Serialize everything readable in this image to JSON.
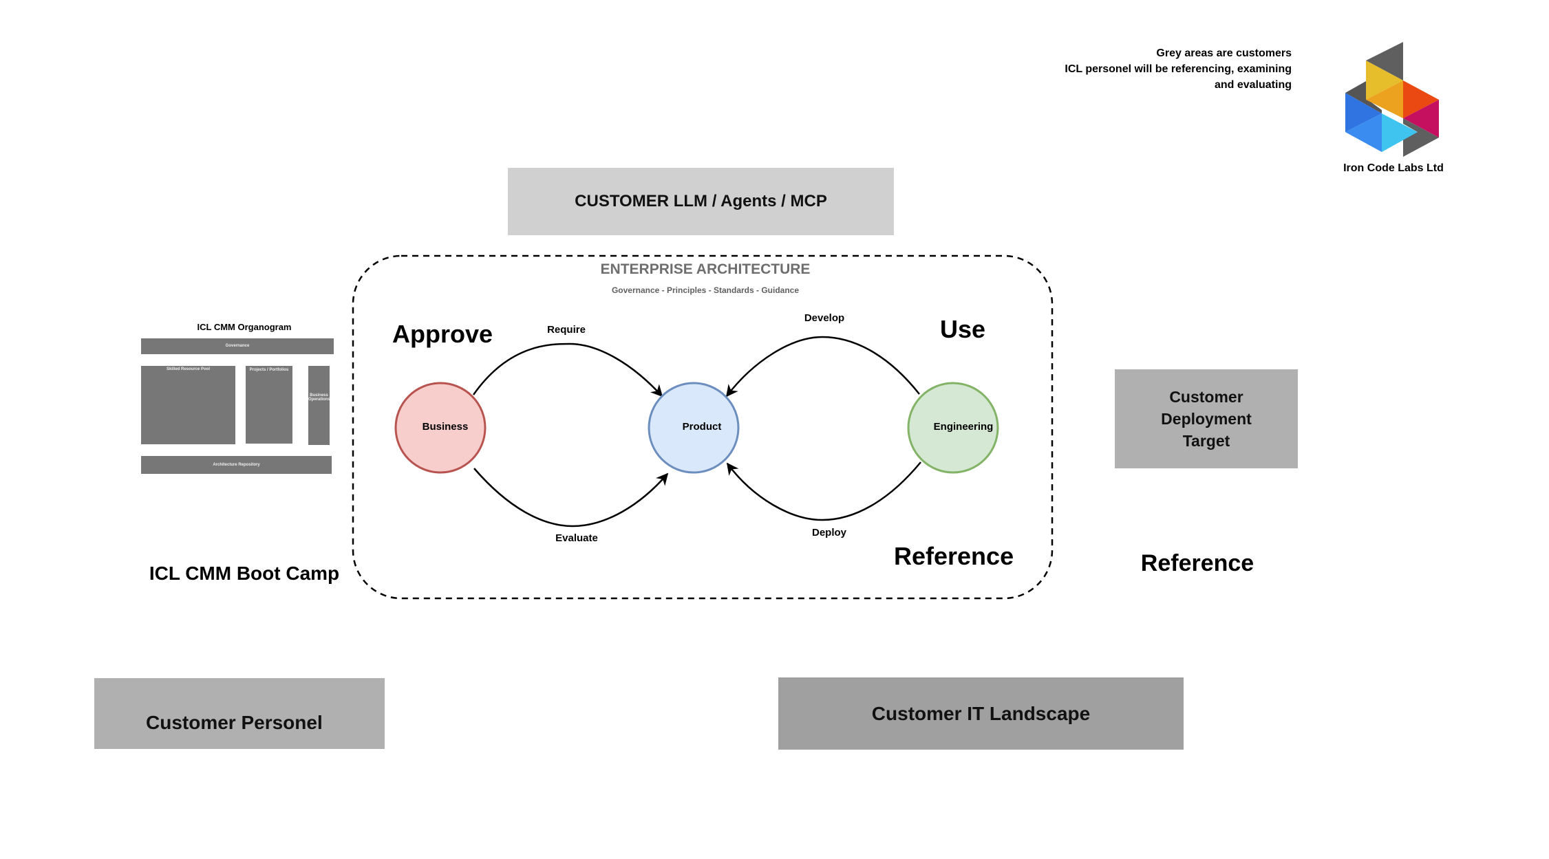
{
  "note": {
    "lines": [
      "Grey areas are customers",
      "ICL personel will be referencing, examining",
      "and evaluating"
    ]
  },
  "logo": {
    "icon": "iron-code-labs-logo",
    "caption": "Iron Code Labs Ltd",
    "colors": {
      "grey": "#5f5f5f",
      "yellow": "#e6bd2a",
      "orange": "#ee9a1e",
      "red_orange": "#ea4a12",
      "magenta": "#c4105e",
      "blue": "#2f7ee6",
      "light_blue": "#3fc3ef"
    }
  },
  "boxes": {
    "llm": "CUSTOMER LLM / Agents / MCP",
    "deployment": [
      "Customer",
      "Deployment",
      "Target"
    ],
    "personel": "Customer Personel",
    "landscape": "Customer IT Landscape"
  },
  "labels": {
    "reference_outside": "Reference",
    "bootcamp": "ICL CMM Boot Camp"
  },
  "organogram": {
    "title": "ICL CMM Organogram",
    "blocks": {
      "governance": "Governance",
      "skilled_pool": "Skilled Resource Pool",
      "projects": "Projects / Portfolios",
      "business_ops": "Business Operations",
      "repository": "Architecture Repository"
    }
  },
  "enterprise_architecture": {
    "title": "ENTERPRISE ARCHITECTURE",
    "subtitle": "Governance - Principles - Standards - Guidance",
    "corner_labels": {
      "approve": "Approve",
      "use": "Use",
      "reference": "Reference"
    },
    "nodes": [
      {
        "id": "business",
        "label": "Business",
        "fill": "#f8cecc",
        "stroke": "#b85450"
      },
      {
        "id": "product",
        "label": "Product",
        "fill": "#dae8fc",
        "stroke": "#6c8ebf"
      },
      {
        "id": "engineering",
        "label": "Engineering",
        "fill": "#d5e8d4",
        "stroke": "#82b366"
      }
    ],
    "edges": [
      {
        "from": "business",
        "to": "product",
        "label": "Require"
      },
      {
        "from": "business",
        "to": "product",
        "label": "Evaluate"
      },
      {
        "from": "engineering",
        "to": "product",
        "label": "Develop"
      },
      {
        "from": "engineering",
        "to": "product",
        "label": "Deploy"
      }
    ]
  }
}
